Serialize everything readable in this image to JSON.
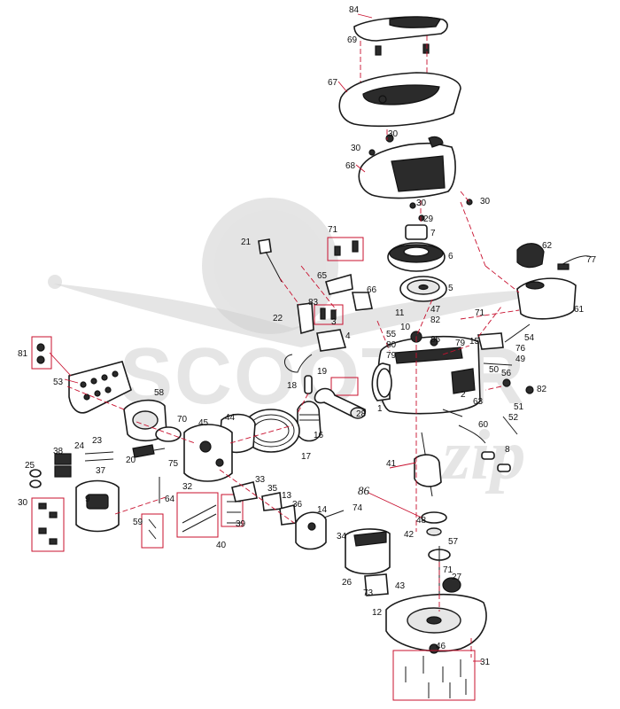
{
  "watermark": {
    "brand_text": "SCOOTER",
    "brand_script": "zip"
  },
  "colors": {
    "leader_lines": "#c8102e",
    "line_art": "#1a1a1a",
    "watermark": "#d0d0d0"
  },
  "callouts": {
    "c84": "84",
    "c69": "69",
    "c67": "67",
    "c30a": "30",
    "c30b": "30",
    "c68": "68",
    "c30c": "30",
    "c30d": "30",
    "c29": "29",
    "c7": "7",
    "c6": "6",
    "c5": "5",
    "c21": "21",
    "c71a": "71",
    "c65": "65",
    "c66": "66",
    "c62": "62",
    "c77": "77",
    "c61": "61",
    "c83": "83",
    "c22": "22",
    "c3": "3",
    "c55": "55",
    "c80": "80",
    "c79a": "79",
    "c11": "11",
    "c10": "10",
    "c47": "47",
    "c82a": "82",
    "c85": "85",
    "c79b": "79",
    "c71b": "71",
    "c54": "54",
    "c15": "15",
    "c76": "76",
    "c49": "49",
    "c50": "50",
    "c4": "4",
    "c81": "81",
    "c53": "53",
    "c19": "19",
    "c18": "18",
    "c56": "56",
    "c82b": "82",
    "c58": "58",
    "c28": "28",
    "c1": "1",
    "c2": "2",
    "c63": "63",
    "c51": "51",
    "c52": "52",
    "c16": "16",
    "c70": "70",
    "c45": "45",
    "c44": "44",
    "c60": "60",
    "c17": "17",
    "c8": "8",
    "c24": "24",
    "c23": "23",
    "c38": "38",
    "c20": "20",
    "c41": "41",
    "c75": "75",
    "c37": "37",
    "c25": "25",
    "c9": "9",
    "c32": "32",
    "c64": "64",
    "c33": "33",
    "c35": "35",
    "c13": "13",
    "c86": "86",
    "c30e": "30",
    "c36": "36",
    "c14": "14",
    "c74": "74",
    "c59": "59",
    "c39": "39",
    "c34": "34",
    "c48": "48",
    "c42": "42",
    "c57": "57",
    "c40": "40",
    "c71c": "71",
    "c27": "27",
    "c26": "26",
    "c43": "43",
    "c73": "73",
    "c12": "12",
    "c46": "46",
    "c31": "31"
  }
}
